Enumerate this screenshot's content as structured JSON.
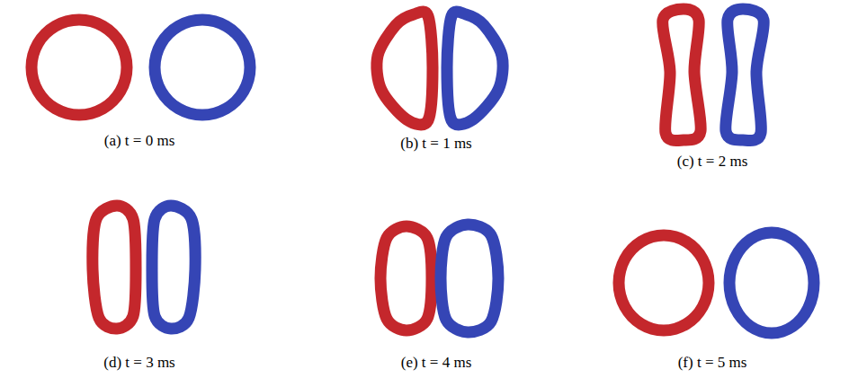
{
  "diagram": {
    "labels": [
      "(a) t = 0 ms",
      "(b) t = 1 ms",
      "(c) t = 2 ms",
      "(d) t = 3 ms",
      "(e) t = 4 ms",
      "(f) t = 5 ms"
    ]
  }
}
